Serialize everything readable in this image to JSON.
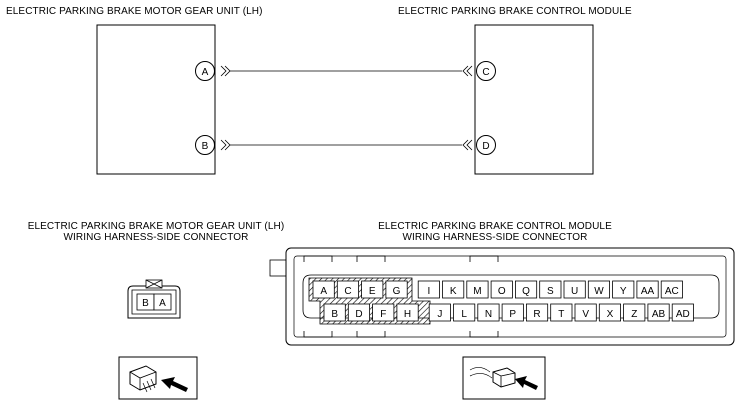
{
  "top": {
    "left_title": "ELECTRIC PARKING BRAKE MOTOR GEAR UNIT (LH)",
    "right_title": "ELECTRIC PARKING BRAKE CONTROL MODULE",
    "left_pins": [
      "A",
      "B"
    ],
    "right_pins": [
      "C",
      "D"
    ]
  },
  "bottom": {
    "left_title_1": "ELECTRIC PARKING BRAKE MOTOR GEAR UNIT (LH)",
    "left_title_2": "WIRING HARNESS-SIDE CONNECTOR",
    "right_title_1": "ELECTRIC PARKING BRAKE CONTROL MODULE",
    "right_title_2": "WIRING HARNESS-SIDE CONNECTOR",
    "small_connector_pins": [
      "B",
      "A"
    ],
    "big_connector_top_row": [
      "A",
      "C",
      "E",
      "G",
      "I",
      "K",
      "M",
      "O",
      "Q",
      "S",
      "U",
      "W",
      "Y",
      "AA",
      "AC"
    ],
    "big_connector_bottom_row": [
      "B",
      "D",
      "F",
      "H",
      "J",
      "L",
      "N",
      "P",
      "R",
      "T",
      "V",
      "X",
      "Z",
      "AB",
      "AD"
    ]
  }
}
